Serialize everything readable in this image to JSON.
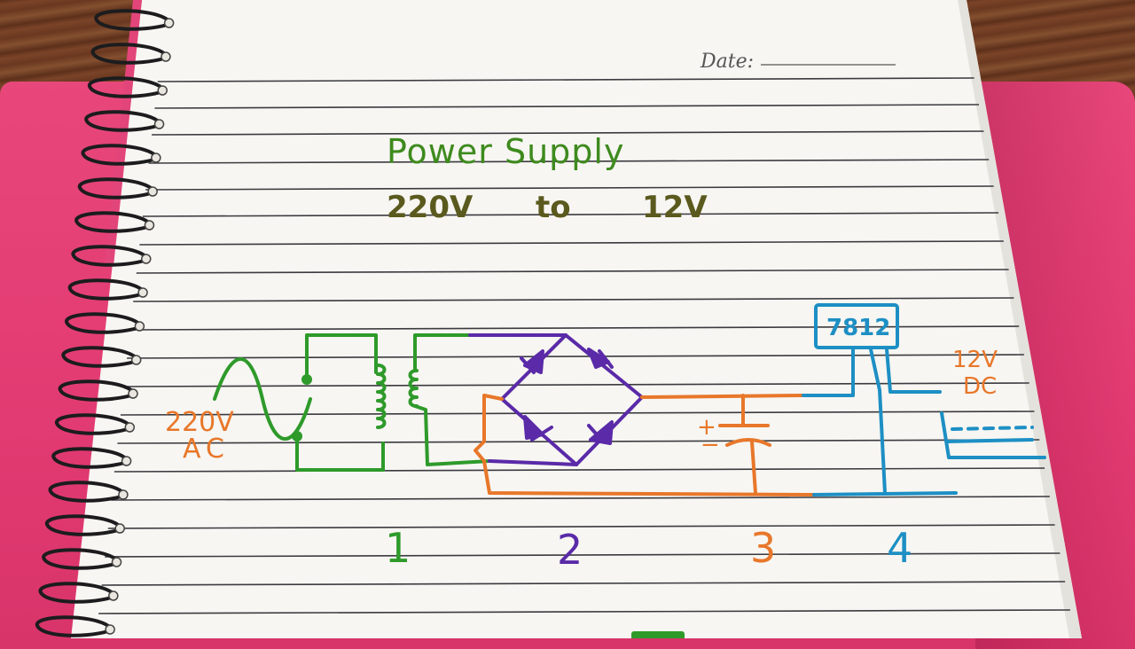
{
  "notebook": {
    "date_label": "Date:"
  },
  "heading": {
    "title": "Power Supply",
    "subtitle_input": "220V",
    "subtitle_to": "to",
    "subtitle_output": "12V"
  },
  "circuit": {
    "input_label_voltage": "220V",
    "input_label_type": "AC",
    "regulator_label": "7812",
    "output_label_voltage": "12V",
    "output_label_type": "DC",
    "capacitor_plus": "+",
    "capacitor_minus": "−",
    "stage_labels": [
      "1",
      "2",
      "3",
      "4"
    ]
  },
  "colors": {
    "transformer": "#2e9a2a",
    "rectifier": "#5a2aa8",
    "filter": "#e8772a",
    "regulator": "#1d8fc4",
    "title_green": "#3e8a1e",
    "subtitle_olive": "#5b5a1e"
  }
}
